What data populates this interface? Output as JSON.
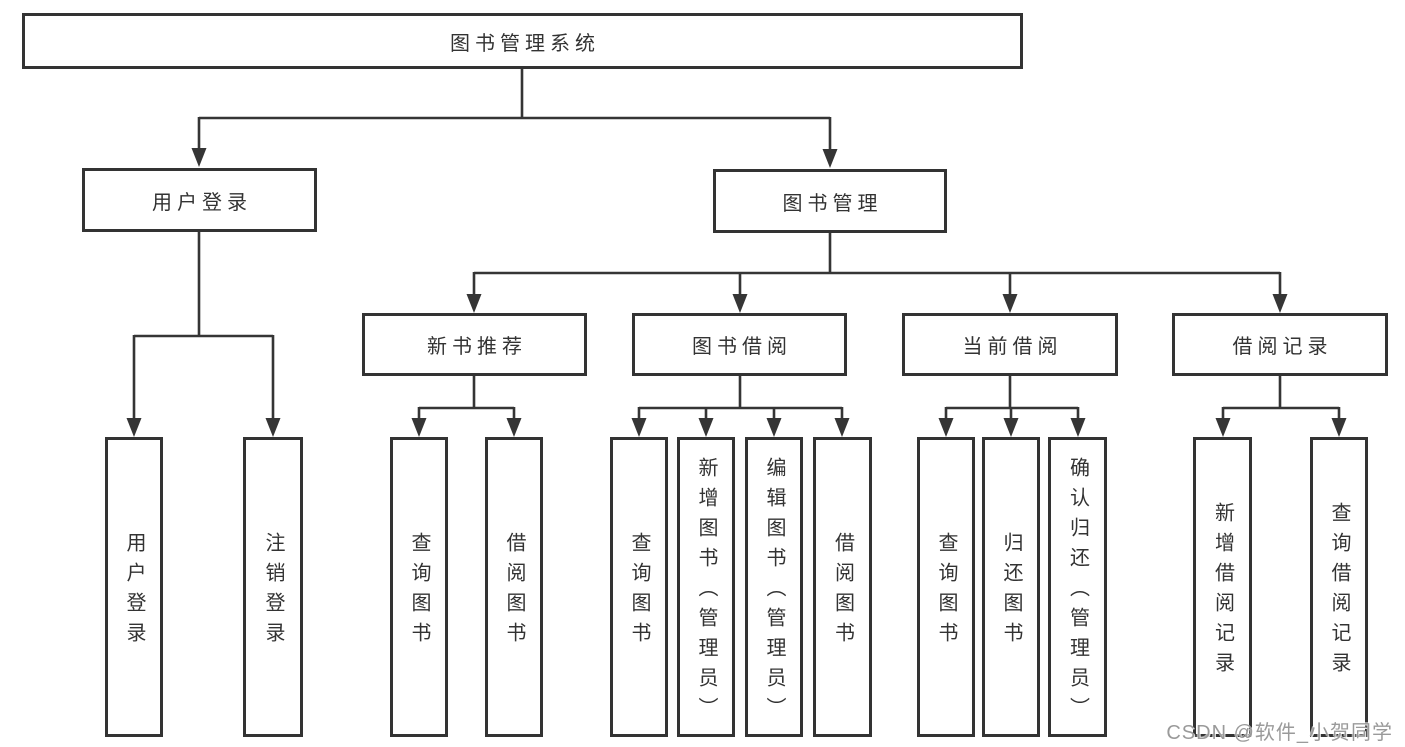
{
  "tree": {
    "root": "图书管理系统",
    "login": {
      "label": "用户登录",
      "children": [
        "用户登录",
        "注销登录"
      ]
    },
    "mgmt": {
      "label": "图书管理",
      "sections": [
        {
          "label": "新书推荐",
          "children": [
            "查询图书",
            "借阅图书"
          ]
        },
        {
          "label": "图书借阅",
          "children": [
            "查询图书",
            "新增图书（管理员）",
            "编辑图书（管理员）",
            "借阅图书"
          ]
        },
        {
          "label": "当前借阅",
          "children": [
            "查询图书",
            "归还图书",
            "确认归还（管理员）"
          ]
        },
        {
          "label": "借阅记录",
          "children": [
            "新增借阅记录",
            "查询借阅记录"
          ]
        }
      ]
    }
  },
  "watermark": "CSDN @软件_小贺同学",
  "colors": {
    "line": "#353535",
    "border": "#333333",
    "text": "#333333",
    "watermark": "#9a9a9a",
    "background": "#ffffff"
  }
}
